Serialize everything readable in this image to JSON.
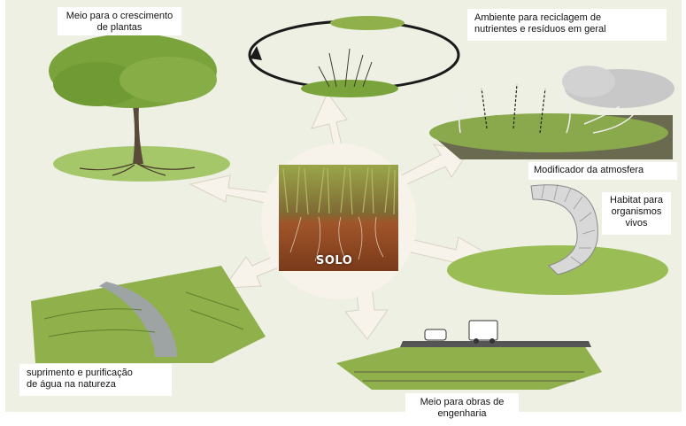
{
  "center": {
    "label": "SOLO"
  },
  "functions": [
    {
      "id": "plants",
      "text": "Meio para o crescimento de plantas",
      "line1": "Meio para o crescimento",
      "line2": "de plantas",
      "icon": "tree-icon"
    },
    {
      "id": "recycling",
      "text": "Ambiente para reciclagem de nutrientes e resíduos em geral",
      "line1": "Ambiente para reciclagem de",
      "line2": "nutrientes e resíduos em geral",
      "icon": "nutrient-cycle-icon"
    },
    {
      "id": "atmosphere",
      "text": "Modificador da atmosfera",
      "line1": "Modificador da atmosfera",
      "icon": "gas-exchange-icon"
    },
    {
      "id": "habitat",
      "text": "Habitat para organismos vivos",
      "line1": "Habitat para",
      "line2": "organismos",
      "line3": "vivos",
      "icon": "earthworm-icon"
    },
    {
      "id": "engineering",
      "text": "Meio para obras de engenharia",
      "line1": "Meio para obras de",
      "line2": "engenharia",
      "icon": "road-icon"
    },
    {
      "id": "water",
      "text": "suprimento e purificação de água na natureza",
      "line1": "suprimento e purificação",
      "line2": "de água na natureza",
      "icon": "stream-icon"
    }
  ],
  "colors": {
    "background": "#eef0e4",
    "arrow": "#f7f2ea",
    "grass": "#7aa33c",
    "soil": "#8b4a24"
  }
}
